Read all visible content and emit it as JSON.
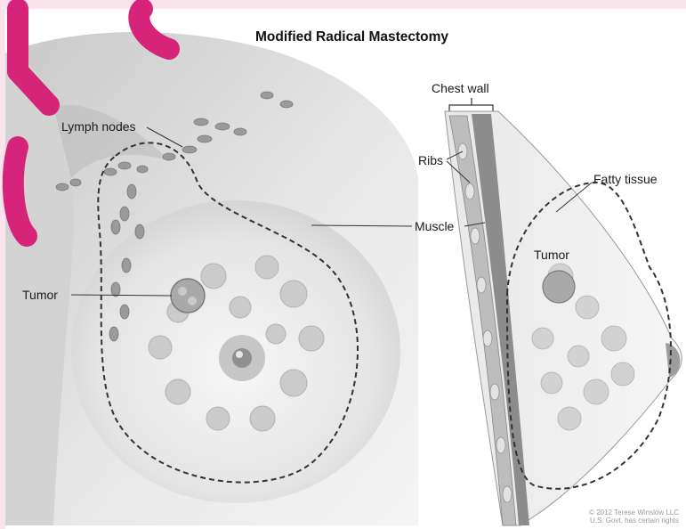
{
  "figure": {
    "title": "Modified Radical Mastectomy",
    "labels": {
      "lymph_nodes": "Lymph nodes",
      "tumor_front": "Tumor",
      "chest_wall": "Chest wall",
      "ribs": "Ribs",
      "muscle": "Muscle",
      "fatty_tissue": "Fatty tissue",
      "tumor_side": "Tumor"
    },
    "copyright_line1": "© 2012 Terese Winslow LLC",
    "copyright_line2": "U.S. Govt. has certain rights"
  },
  "colors": {
    "frame": "#fbe3ee",
    "watermark": "#d6247a",
    "skin_light": "#f3f3f3",
    "skin_mid": "#d9d9d9",
    "lymph_node": "#9a9a9a",
    "muscle": "#8c8c8c",
    "dashed_line": "#333333"
  }
}
